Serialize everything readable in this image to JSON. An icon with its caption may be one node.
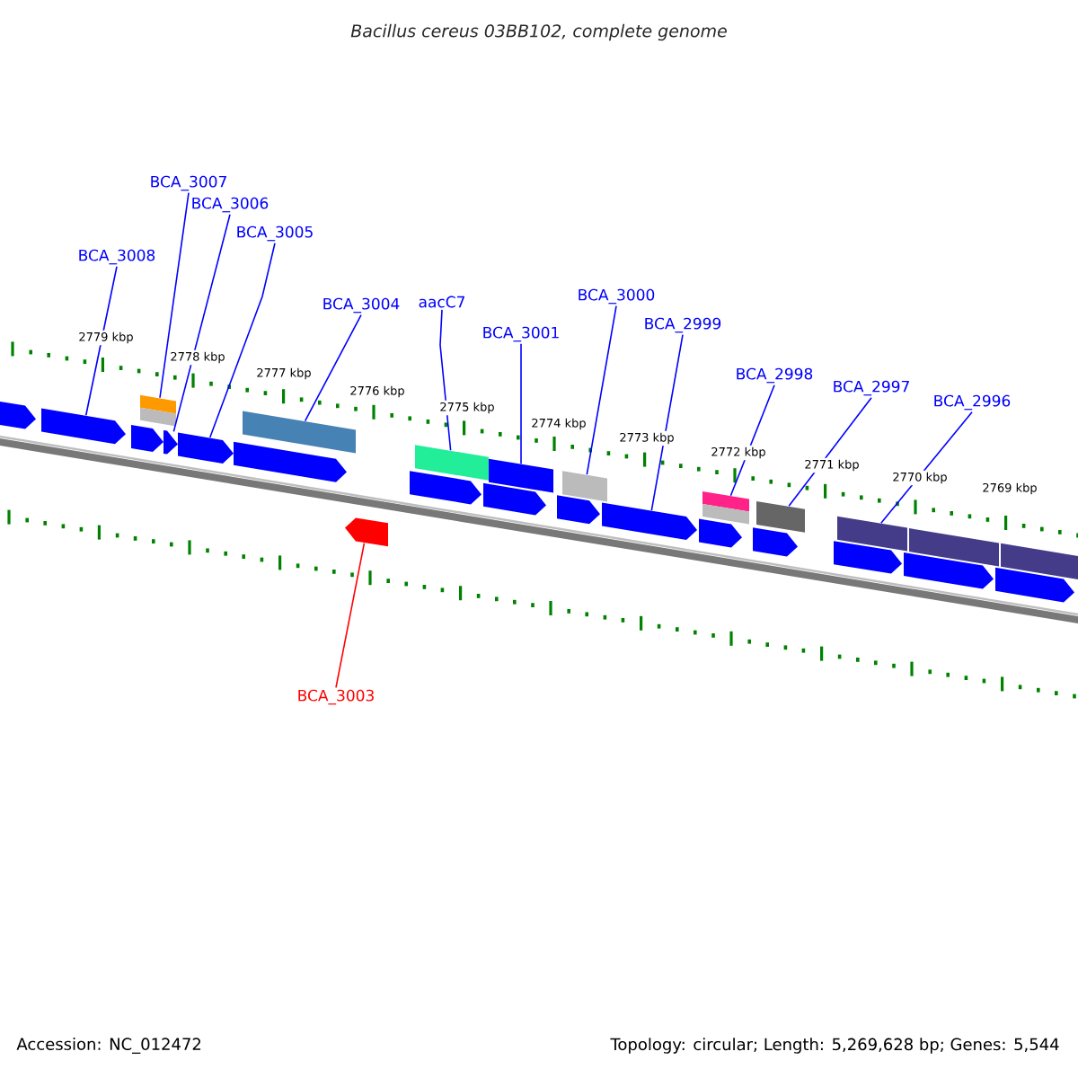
{
  "diagram": {
    "title": "Bacillus cereus 03BB102, complete genome",
    "nodes": [
      {
        "text": [
          "BCA_3007"
        ]
      },
      {
        "text": [
          "BCA_3006"
        ]
      },
      {
        "text": [
          "BCA_3005"
        ]
      },
      {
        "text": [
          "BCA_3008"
        ]
      },
      {
        "text": [
          "BCA_3004"
        ]
      },
      {
        "text": [
          "aacC7"
        ]
      },
      {
        "text": [
          "BCA_3001"
        ]
      },
      {
        "text": [
          "BCA_3000"
        ]
      },
      {
        "text": [
          "BCA_2999"
        ]
      },
      {
        "text": [
          "BCA_2998"
        ]
      },
      {
        "text": [
          "BCA_2997"
        ]
      },
      {
        "text": [
          "BCA_2996"
        ]
      },
      {
        "text": [
          "BCA_3003"
        ]
      },
      {
        "text": [],
        "shape": "bar"
      },
      {
        "text": [],
        "shape": "pentagon"
      },
      {
        "text": [],
        "shape": "pentagon"
      },
      {
        "text": [],
        "shape": "pentagon"
      },
      {
        "text": [],
        "shape": "bar"
      },
      {
        "text": [],
        "shape": "bar"
      },
      {
        "text": [],
        "shape": "bar"
      },
      {
        "text": [],
        "shape": "bar"
      },
      {
        "text": [],
        "shape": "pentagon"
      },
      {
        "text": [],
        "shape": "bar"
      },
      {
        "text": [],
        "shape": "bar"
      },
      {
        "text": [],
        "shape": "bar"
      },
      {
        "text": [],
        "shape": "pentagon"
      },
      {
        "text": [],
        "shape": "pentagon"
      },
      {
        "text": [],
        "shape": "pentagon"
      },
      {
        "text": [],
        "shape": "pentagon"
      },
      {
        "text": [],
        "shape": "pentagon"
      },
      {
        "text": [],
        "shape": "pentagon"
      },
      {
        "text": [],
        "shape": "pentagon"
      },
      {
        "text": [],
        "shape": "pentagon"
      },
      {
        "text": [],
        "shape": "pentagon"
      },
      {
        "text": [],
        "shape": "pentagon"
      },
      {
        "text": [],
        "shape": "pentagon"
      },
      {
        "text": [],
        "shape": "bar"
      },
      {
        "text": [],
        "shape": "pentagon"
      },
      {
        "text": [],
        "shape": "bar"
      }
    ],
    "edges": [
      {
        "from": 0,
        "to": 13,
        "arrow": "none"
      },
      {
        "from": 1,
        "to": 14,
        "arrow": "none"
      },
      {
        "from": 2,
        "to": 15,
        "arrow": "none"
      },
      {
        "from": 3,
        "to": 16,
        "arrow": "none"
      },
      {
        "from": 4,
        "to": 17,
        "arrow": "none"
      },
      {
        "from": 5,
        "to": 18,
        "arrow": "none"
      },
      {
        "from": 6,
        "to": 19,
        "arrow": "none"
      },
      {
        "from": 7,
        "to": 20,
        "arrow": "none"
      },
      {
        "from": 8,
        "to": 21,
        "arrow": "none"
      },
      {
        "from": 9,
        "to": 22,
        "arrow": "none"
      },
      {
        "from": 10,
        "to": 23,
        "arrow": "none"
      },
      {
        "from": 11,
        "to": 24,
        "arrow": "none"
      },
      {
        "from": 12,
        "to": 25,
        "arrow": "none",
        "color": "#ff0000"
      }
    ],
    "labels": [
      "2779 kbp",
      "2778 kbp",
      "2777 kbp",
      "2776 kbp",
      "2775 kbp",
      "2774 kbp",
      "2773 kbp",
      "2772 kbp",
      "2771 kbp",
      "2770 kbp",
      "2769 kbp",
      "Accession: NC_012472",
      "Topology: circular; Length: 5,269,628 bp; Genes: 5,544"
    ]
  }
}
